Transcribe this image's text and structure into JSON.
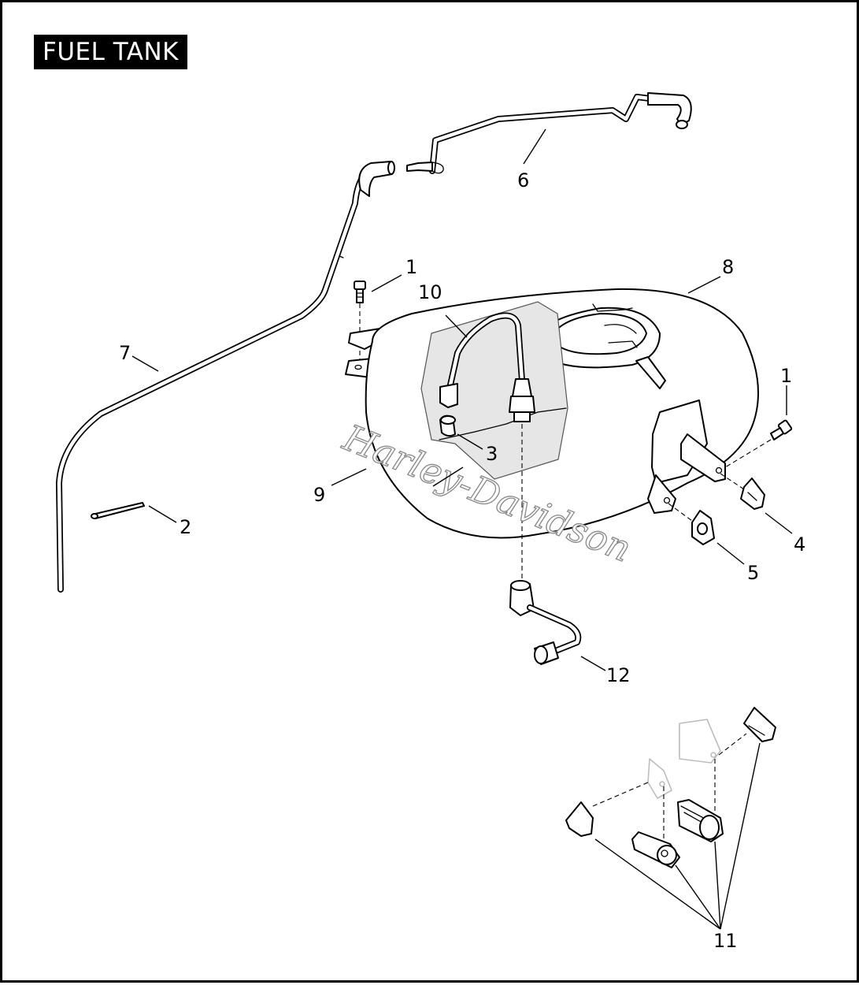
{
  "title": "FUEL TANK",
  "callouts": [
    {
      "id": "c1a",
      "label": "1"
    },
    {
      "id": "c1b",
      "label": "1"
    },
    {
      "id": "c2",
      "label": "2"
    },
    {
      "id": "c3",
      "label": "3"
    },
    {
      "id": "c4",
      "label": "4"
    },
    {
      "id": "c5",
      "label": "5"
    },
    {
      "id": "c6",
      "label": "6"
    },
    {
      "id": "c7",
      "label": "7"
    },
    {
      "id": "c8",
      "label": "8"
    },
    {
      "id": "c9",
      "label": "9"
    },
    {
      "id": "c10",
      "label": "10"
    },
    {
      "id": "c11",
      "label": "11"
    },
    {
      "id": "c12",
      "label": "12"
    }
  ],
  "logo_text": "Harley-Davidson"
}
